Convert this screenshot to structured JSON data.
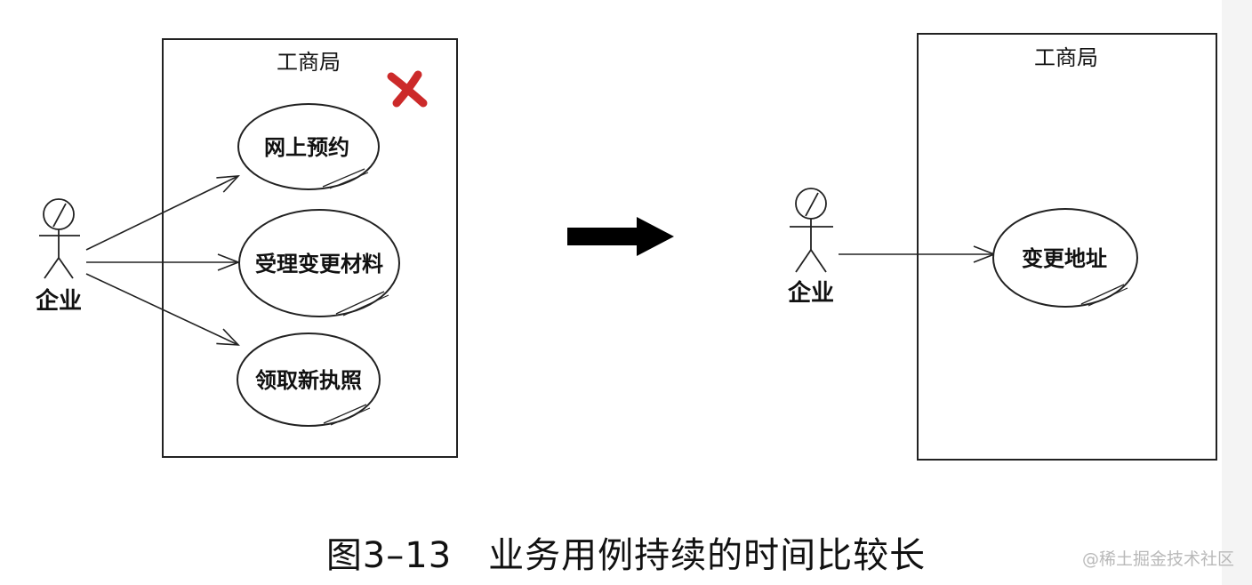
{
  "left_diagram": {
    "system_title": "工商局",
    "actor_label": "企业",
    "use_cases": [
      "网上预约",
      "受理变更材料",
      "领取新执照"
    ],
    "mark_icon": "red-cross-icon",
    "mark_color": "#cc2a2a"
  },
  "arrow_icon": "right-arrow-icon",
  "right_diagram": {
    "system_title": "工商局",
    "actor_label": "企业",
    "use_cases": [
      "变更地址"
    ]
  },
  "caption": "图3–13　业务用例持续的时间比较长",
  "watermark": "@稀土掘金技术社区"
}
